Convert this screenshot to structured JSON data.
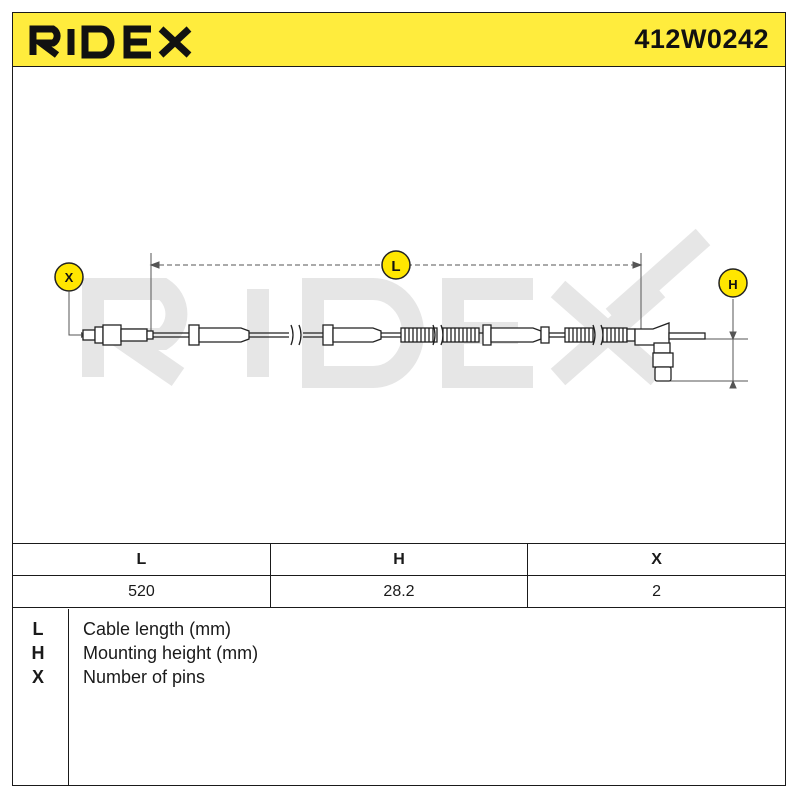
{
  "header": {
    "brand": "RIDEX",
    "part_number": "412W0242"
  },
  "drawing": {
    "watermark": "RIDEX",
    "labels": {
      "length": "L",
      "height": "H",
      "pins": "X"
    },
    "colors": {
      "callout": "#ffe600",
      "line": "#222222",
      "watermark": "#e6e6e6"
    }
  },
  "spec_table": {
    "headers": [
      "L",
      "H",
      "X"
    ],
    "values": [
      "520",
      "28.2",
      "2"
    ]
  },
  "legend": [
    {
      "key": "L",
      "text": "Cable length (mm)"
    },
    {
      "key": "H",
      "text": "Mounting height (mm)"
    },
    {
      "key": "X",
      "text": "Number of pins"
    }
  ]
}
